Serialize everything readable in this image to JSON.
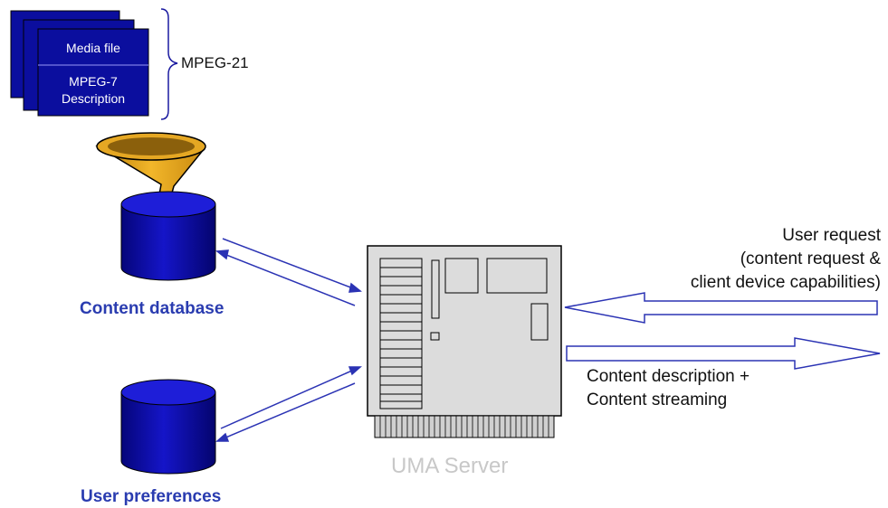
{
  "documents": {
    "media_label": "Media file",
    "description_label": "MPEG-7\nDescription",
    "group_label": "MPEG-21"
  },
  "databases": {
    "content": "Content database",
    "preferences": "User preferences"
  },
  "server": {
    "label": "UMA Server"
  },
  "flows": {
    "request": "User request\n(content request &\nclient device capabilities)",
    "response": "Content description +\nContent streaming"
  },
  "colors": {
    "doc_fill": "#0b0e9e",
    "db_fill": "#0a0a9c",
    "db_label": "#2a3cb0",
    "funnel": "#e2a21a",
    "server_fill": "#dcdcdc",
    "arrow_stroke": "#2b33b4",
    "server_label": "#c8c8c8"
  }
}
